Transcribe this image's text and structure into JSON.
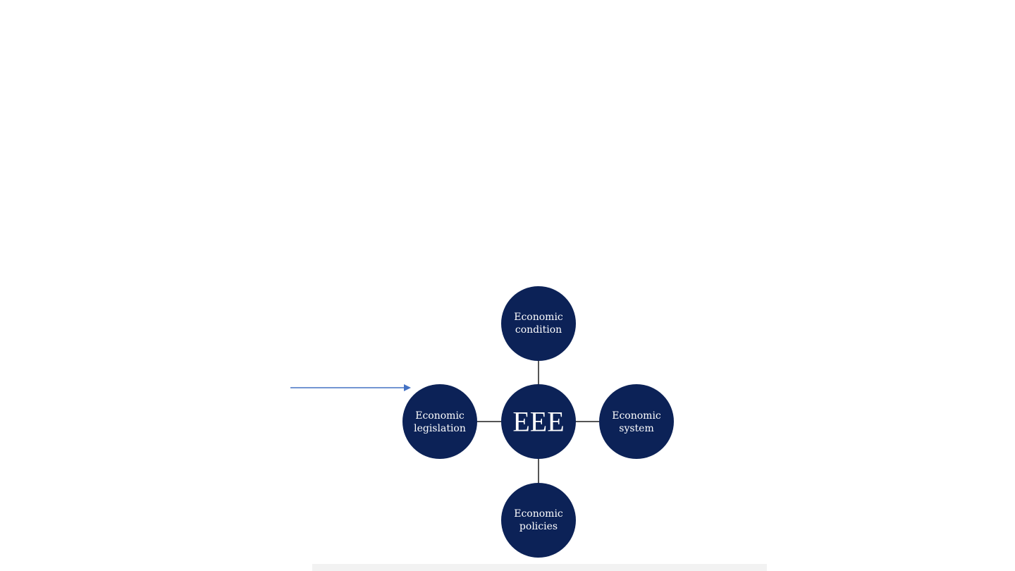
{
  "diagram": {
    "center": {
      "label": "EEE"
    },
    "nodes": {
      "top": {
        "line1": "Economic",
        "line2": "condition"
      },
      "left": {
        "line1": "Economic",
        "line2": "legislation"
      },
      "right": {
        "line1": "Economic",
        "line2": "system"
      },
      "bottom": {
        "line1": "Economic",
        "line2": "policies"
      }
    }
  },
  "colors": {
    "node_fill": "#0c2257",
    "node_text": "#ffffff",
    "connector": "#555555",
    "pointer_arrow": "#4472c4"
  }
}
